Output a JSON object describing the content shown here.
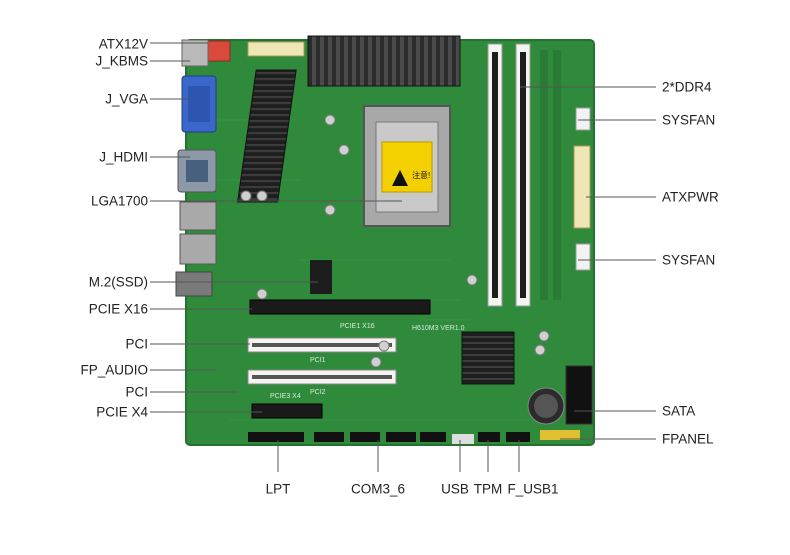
{
  "diagram": {
    "labels_left": [
      "ATX12V",
      "J_KBMS",
      "J_VGA",
      "J_HDMI",
      "LGA1700",
      "M.2(SSD)",
      "PCIE X16",
      "PCI",
      "FP_AUDIO",
      "PCI",
      "PCIE X4"
    ],
    "labels_right": [
      "2*DDR4",
      "SYSFAN",
      "ATXPWR",
      "SYSFAN",
      "SATA",
      "FPANEL"
    ],
    "labels_bottom": [
      "LPT",
      "COM3_6",
      "USB",
      "TPM",
      "F_USB1"
    ],
    "board_silkscreen": {
      "model": "H610M3 VER1.0",
      "slot_x16": "PCIE1 X16",
      "slot_pci1": "PCI1",
      "slot_pci2": "PCI2",
      "slot_x4": "PCIE3 X4"
    },
    "cpu_sticker_text": "注意!",
    "colors": {
      "pcb": "#2f8a3c",
      "pcb_dark": "#24722f",
      "leader": "#555555",
      "heatsink": "#2b2b2b",
      "slot_white": "#f4f4f0",
      "sticker": "#f5d000"
    }
  }
}
